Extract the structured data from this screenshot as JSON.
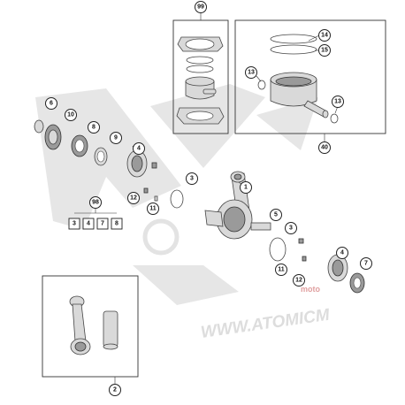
{
  "watermark": {
    "url_text": "WWW.ATOMICM",
    "brand_text": "moto"
  },
  "kits": {
    "piston_gasket_kit": "99",
    "piston_kit": "40",
    "small_parts_kit": "98",
    "conrod_kit": "2"
  },
  "callouts": {
    "c1": "1",
    "c3a": "3",
    "c3b": "3",
    "c4a": "4",
    "c4b": "4",
    "c5": "5",
    "c6": "6",
    "c7": "7",
    "c8": "8",
    "c9": "9",
    "c10": "10",
    "c11a": "11",
    "c11b": "11",
    "c12a": "12",
    "c12b": "12",
    "c13a": "13",
    "c13b": "13",
    "c14": "14",
    "c15": "15"
  },
  "kit_98_items": [
    "3",
    "4",
    "7",
    "8"
  ]
}
